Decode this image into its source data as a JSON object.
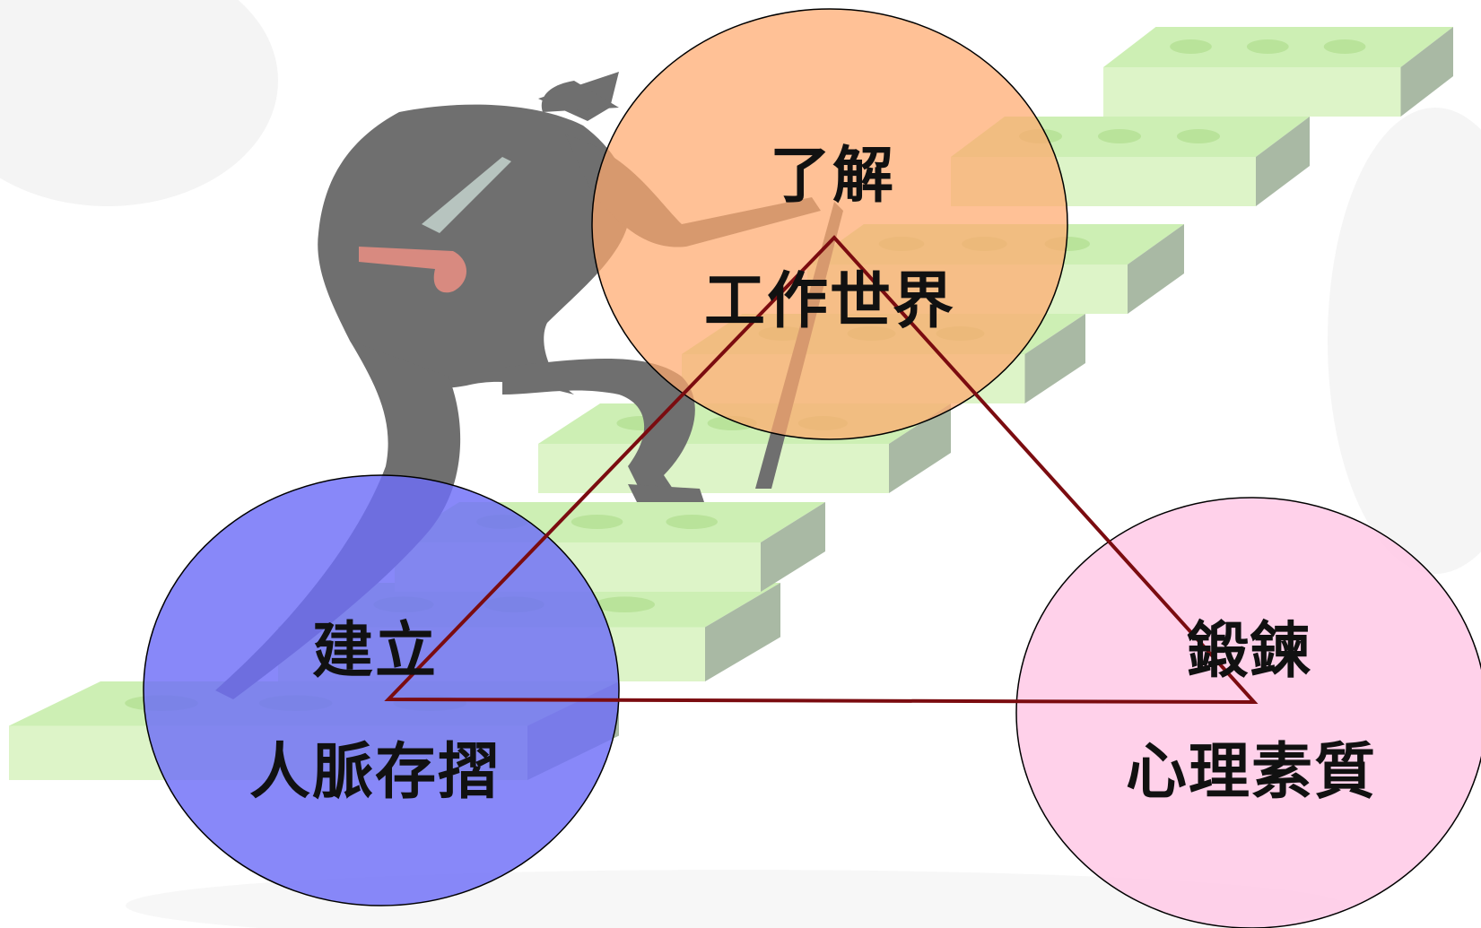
{
  "diagram": {
    "nodes": [
      {
        "id": "top",
        "line1": "了解",
        "line2": "工作世界",
        "color": "#FFA96E"
      },
      {
        "id": "left",
        "line1": "建立",
        "line2": "人脈存摺",
        "color": "#6E6EF8"
      },
      {
        "id": "right",
        "line1": "鍛鍊",
        "line2": "心理素質",
        "color": "#FFC9E6"
      }
    ],
    "triangle_color": "#7B0C10",
    "background_art": {
      "icons": [
        "businessman-climbing-icon",
        "money-stairs-icon"
      ],
      "colors": {
        "figure": "#6F6F6F",
        "bill": "#CDEFB4",
        "bill_side": "#A9B9A4"
      }
    }
  }
}
